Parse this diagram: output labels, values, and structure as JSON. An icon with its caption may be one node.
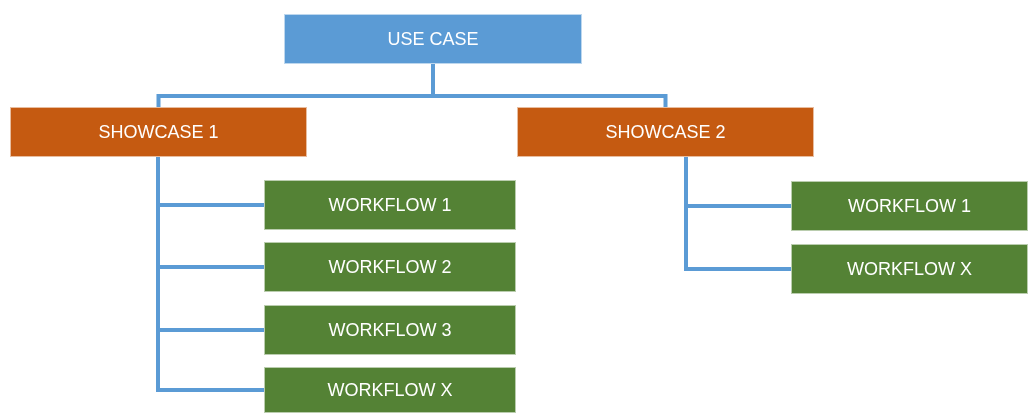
{
  "diagram": {
    "nodes": [
      {
        "text": [
          "USE CASE"
        ]
      },
      {
        "text": [
          "SHOWCASE 1"
        ]
      },
      {
        "text": [
          "SHOWCASE 2"
        ]
      },
      {
        "text": [
          "WORKFLOW 1"
        ]
      },
      {
        "text": [
          "WORKFLOW 2"
        ]
      },
      {
        "text": [
          "WORKFLOW 3"
        ]
      },
      {
        "text": [
          "WORKFLOW X"
        ]
      },
      {
        "text": [
          "WORKFLOW 1"
        ]
      },
      {
        "text": [
          "WORKFLOW X"
        ]
      }
    ],
    "edges": [
      {
        "from": 0,
        "to": 1,
        "arrow": "none"
      },
      {
        "from": 0,
        "to": 2,
        "arrow": "none"
      },
      {
        "from": 1,
        "to": 3,
        "arrow": "none"
      },
      {
        "from": 1,
        "to": 4,
        "arrow": "none"
      },
      {
        "from": 1,
        "to": 5,
        "arrow": "none"
      },
      {
        "from": 1,
        "to": 6,
        "arrow": "none"
      },
      {
        "from": 2,
        "to": 7,
        "arrow": "none"
      },
      {
        "from": 2,
        "to": 8,
        "arrow": "none"
      }
    ]
  }
}
